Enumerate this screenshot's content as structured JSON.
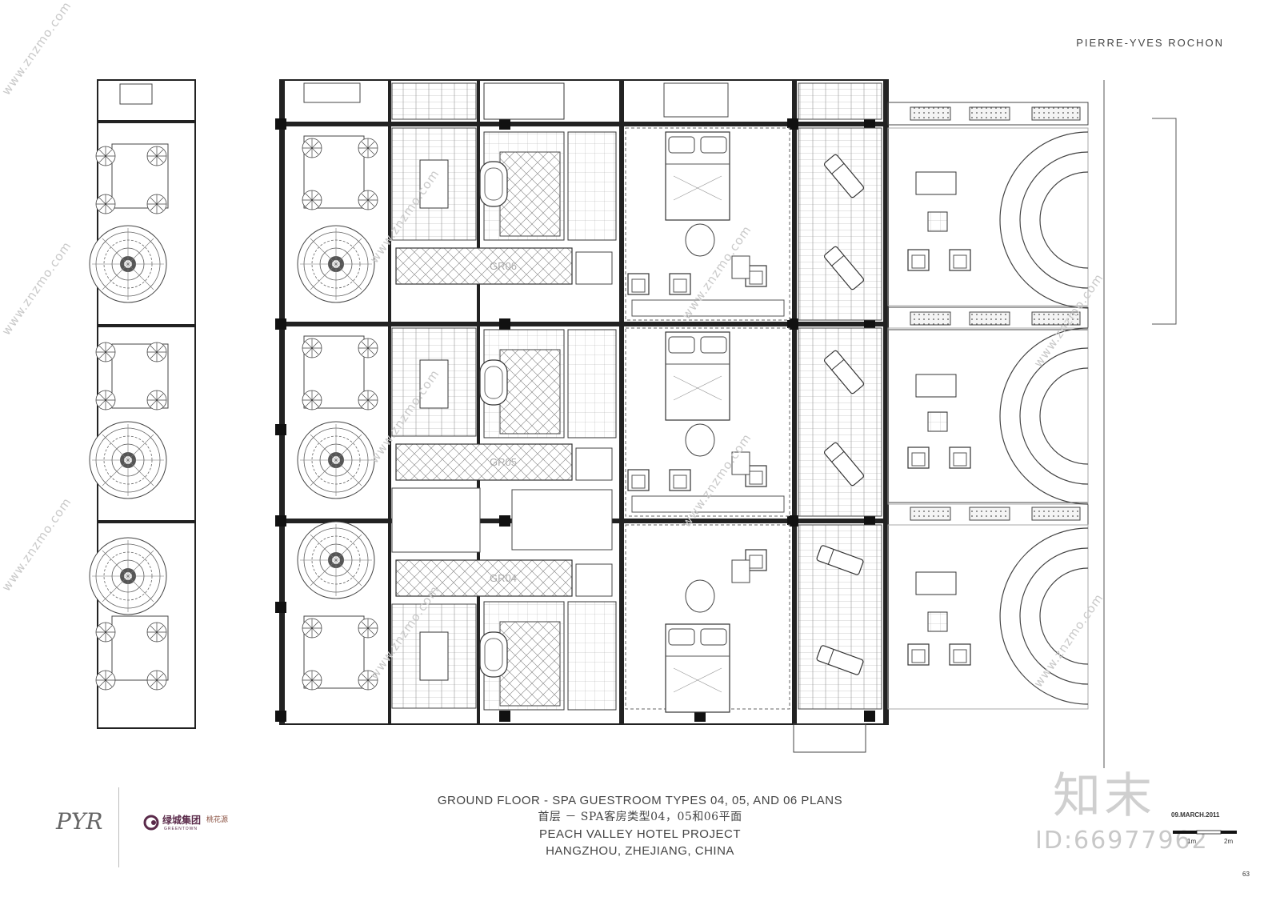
{
  "header": {
    "brand": "PIERRE-YVES ROCHON"
  },
  "plan": {
    "room_labels": [
      "GR06",
      "GR05",
      "GR04"
    ]
  },
  "title_block": {
    "line1": "GROUND FLOOR - SPA GUESTROOM TYPES 04, 05, AND 06 PLANS",
    "line2": "首层 － SPA客房类型04，05和06平面",
    "line3": "PEACH VALLEY HOTEL PROJECT",
    "line4": "HANGZHOU, ZHEJIANG, CHINA"
  },
  "logos": {
    "designer_monogram": "PYR",
    "greentown_cn": "绿城集团",
    "greentown_en": "GREENTOWN",
    "peach_valley_cn": "桃花源"
  },
  "date": "09.MARCH.2011",
  "scale": {
    "label_1m": "1m",
    "label_2m": "2m"
  },
  "page_number": "63",
  "watermarks": {
    "site": "www.znzmo.com",
    "brand_cn": "知末",
    "id_text": "ID:66977962"
  }
}
